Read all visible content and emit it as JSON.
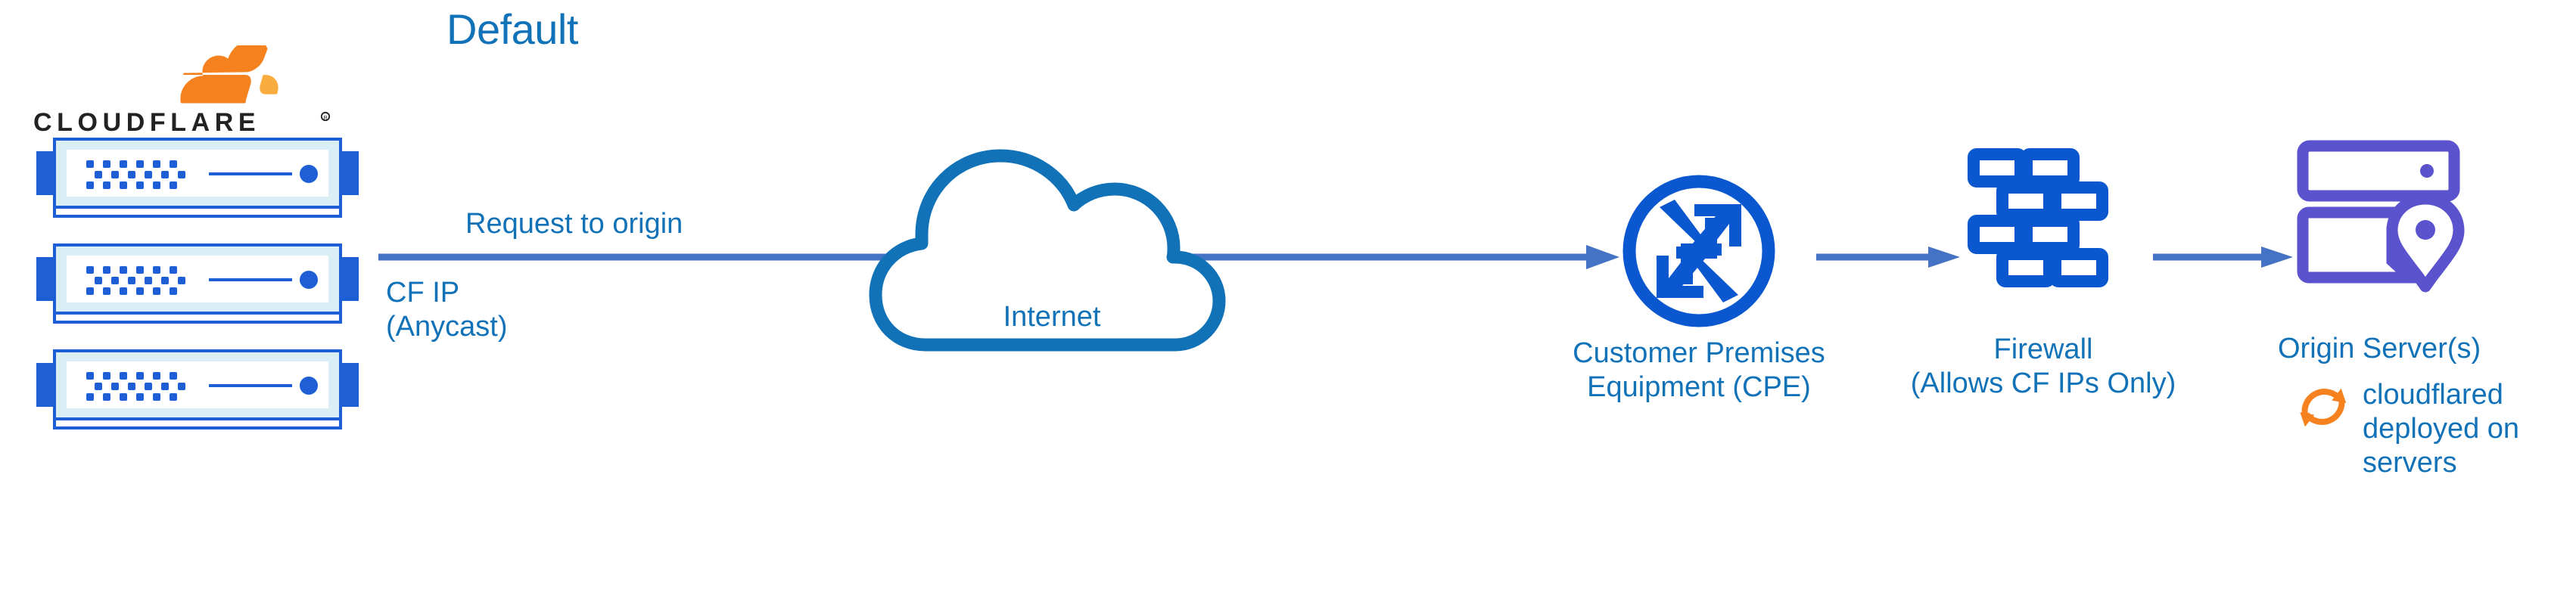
{
  "diagram": {
    "title": "Default",
    "type": "network-architecture-flow",
    "background": "#ffffff"
  },
  "colors": {
    "heading_blue": "#1272B8",
    "label_blue": "#1272B8",
    "arrow_blue": "#4472C4",
    "icon_blue": "#0B57D0",
    "cloudflare_orange": "#F6821F",
    "cloudflare_orange_light": "#FAAD3F",
    "wordmark_black": "#222222",
    "origin_purple": "#5B52CE",
    "server_frame_blue": "#1F5FD6",
    "server_band_blue": "#CFE8F0"
  },
  "brand": {
    "logo_name": "cloudflare-logo",
    "wordmark": "CLOUDFLARE",
    "trademark": "®"
  },
  "nodes": {
    "edge_servers": {
      "name": "cloudflare-edge-servers",
      "count": 3
    },
    "internet": {
      "label": "Internet",
      "icon": "cloud-icon"
    },
    "cpe": {
      "label": "Customer Premises\nEquipment (CPE)",
      "icon": "router-icon"
    },
    "firewall": {
      "label": "Firewall\n(Allows CF IPs Only)",
      "icon": "brick-wall-icon"
    },
    "origin": {
      "label": "Origin Server(s)",
      "icon": "server-rack-location-pin-icon"
    }
  },
  "annotations": {
    "request_to_origin": "Request to origin",
    "cf_ip": "CF IP\n(Anycast)",
    "cloudflared": {
      "icon": "sync-arrows-icon",
      "text": "cloudflared\ndeployed on\nservers"
    }
  },
  "flow": {
    "arrows": [
      {
        "name": "arrow-edge-to-cpe",
        "from": "cloudflare-edge-servers",
        "to": "cpe",
        "label": "Request to origin"
      },
      {
        "name": "arrow-cpe-to-firewall",
        "from": "cpe",
        "to": "firewall",
        "label": ""
      },
      {
        "name": "arrow-firewall-to-origin",
        "from": "firewall",
        "to": "origin",
        "label": ""
      }
    ]
  }
}
